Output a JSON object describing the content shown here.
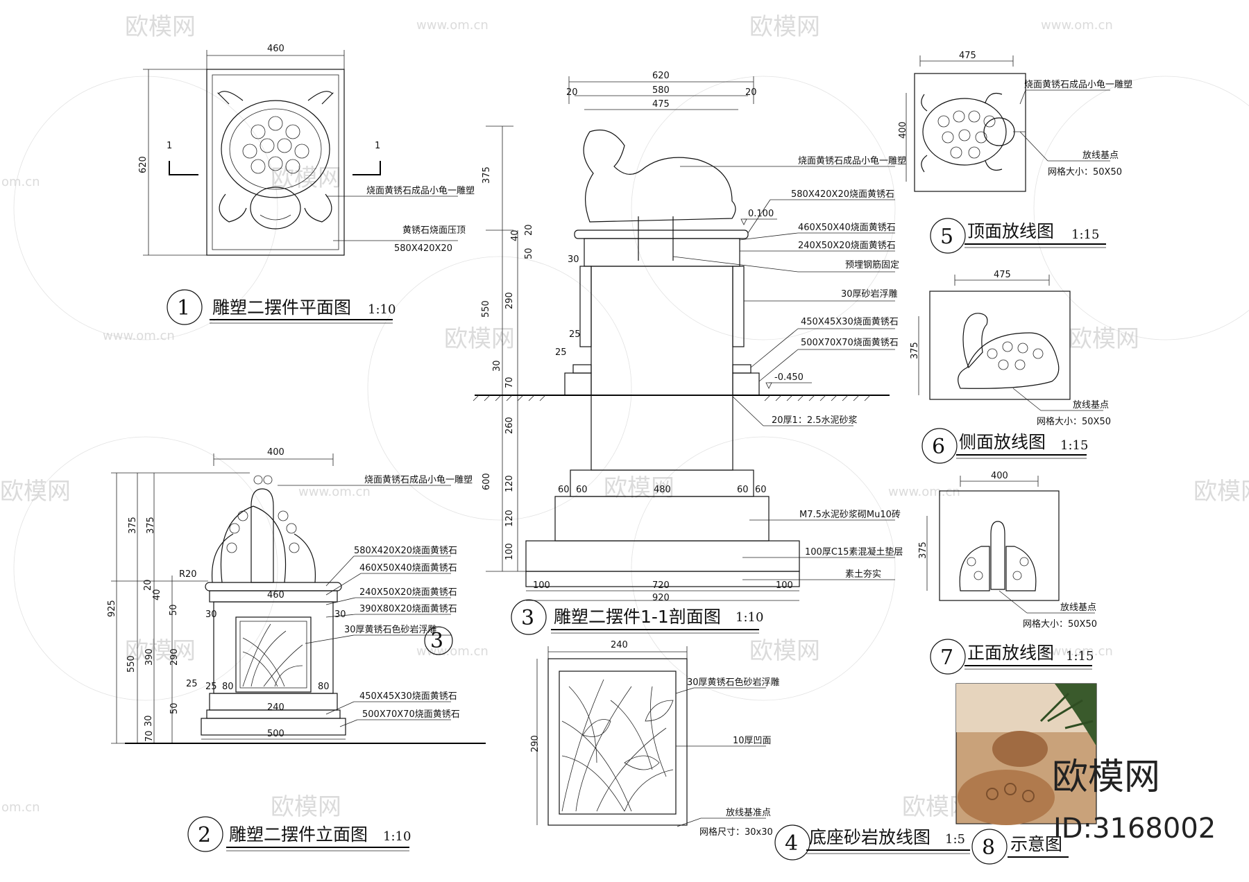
{
  "watermark": {
    "text": "欧模网",
    "url": "www.om.cn",
    "url_short": "om.cn"
  },
  "brand": {
    "name": "欧模网",
    "id": "ID:3168002"
  },
  "views": [
    {
      "num": "1",
      "title": "雕塑二摆件平面图",
      "scale": "1:10"
    },
    {
      "num": "2",
      "title": "雕塑二摆件立面图",
      "scale": "1:10"
    },
    {
      "num": "3",
      "title": "雕塑二摆件1-1剖面图",
      "scale": "1:10"
    },
    {
      "num": "4",
      "title": "底座砂岩放线图",
      "scale": "1:5"
    },
    {
      "num": "5",
      "title": "顶面放线图",
      "scale": "1:15"
    },
    {
      "num": "6",
      "title": "侧面放线图",
      "scale": "1:15"
    },
    {
      "num": "7",
      "title": "正面放线图",
      "scale": "1:15"
    },
    {
      "num": "8",
      "title": "示意图",
      "scale": ""
    }
  ],
  "plan": {
    "dim_w": "460",
    "dim_h": "620",
    "sec_mark": "1",
    "note_sculpture": "烧面黄锈石成品小龟一雕塑",
    "note_cap": "黄锈石烧面压顶",
    "note_cap_size": "580X420X20"
  },
  "elev": {
    "dim_top": "400",
    "dim_cap": "460",
    "dim_panel": "240",
    "dim_base": "500",
    "dim_total": "925",
    "dim_375a": "375",
    "dim_375b": "375",
    "dim_550": "550",
    "dim_20": "20",
    "dim_40": "40",
    "dim_50a": "50",
    "dim_290": "290",
    "dim_390": "390",
    "dim_25a": "25",
    "dim_25b": "25",
    "dim_50b": "50",
    "dim_70": "70",
    "dim_30a": "30",
    "dim_30l": "30",
    "dim_30r": "30",
    "dim_80l": "80",
    "dim_80r": "80",
    "r20": "R20",
    "callout": "3",
    "notes": [
      "烧面黄锈石成品小龟一雕塑",
      "580X420X20烧面黄锈石",
      "460X50X40烧面黄锈石",
      "240X50X20烧面黄锈石",
      "390X80X20烧面黄锈石",
      "30厚黄锈石色砂岩浮雕",
      "450X45X30烧面黄锈石",
      "500X70X70烧面黄锈石"
    ]
  },
  "section": {
    "dim_620": "620",
    "dim_580": "580",
    "dim_475": "475",
    "dim_20l": "20",
    "dim_20r": "20",
    "dim_375": "375",
    "dim_550": "550",
    "dim_600": "600",
    "dim_40": "40",
    "dim_20": "20",
    "dim_50": "50",
    "dim_290": "290",
    "dim_25a": "25",
    "dim_25b": "25",
    "dim_30": "30",
    "dim_70": "70",
    "dim_260": "260",
    "dim_120a": "120",
    "dim_120b": "120",
    "dim_100": "100",
    "dim_30s": "30",
    "bottom": [
      "60",
      "60",
      "480",
      "60",
      "60"
    ],
    "dim_100l": "100",
    "dim_720": "720",
    "dim_100r": "100",
    "dim_920": "920",
    "elev_top": "0.100",
    "elev_ground": "-0.450",
    "notes": [
      "烧面黄锈石成品小龟一雕塑",
      "580X420X20烧面黄锈石",
      "460X50X40烧面黄锈石",
      "240X50X20烧面黄锈石",
      "预埋钢筋固定",
      "30厚砂岩浮雕",
      "450X45X30烧面黄锈石",
      "500X70X70烧面黄锈石",
      "20厚1：2.5水泥砂浆",
      "M7.5水泥砂浆砌Mu10砖",
      "100厚C15素混凝土垫层",
      "素土夯实"
    ]
  },
  "detail4": {
    "dim_w": "240",
    "dim_h": "290",
    "notes": [
      "30厚黄锈石色砂岩浮雕",
      "10厚凹面",
      "放线基准点",
      "网格尺寸：30x30"
    ]
  },
  "top5": {
    "dim_w": "475",
    "dim_h": "400",
    "notes": [
      "烧面黄锈石成品小龟一雕塑",
      "放线基点",
      "网格大小：50X50"
    ]
  },
  "side6": {
    "dim_w": "475",
    "dim_h": "375",
    "notes": [
      "放线基点",
      "网格大小：50X50"
    ]
  },
  "front7": {
    "dim_w": "400",
    "dim_h": "375",
    "notes": [
      "放线基点",
      "网格大小：50X50"
    ]
  }
}
